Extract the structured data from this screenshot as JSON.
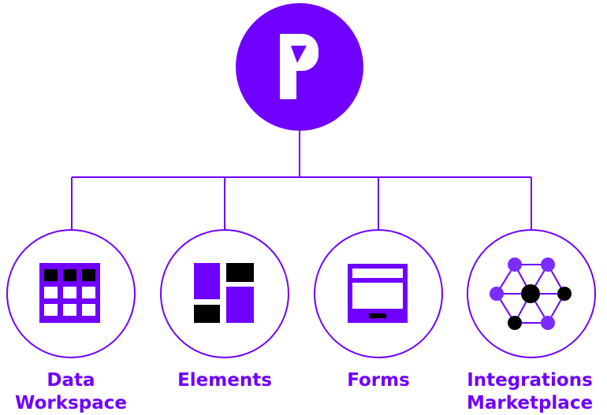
{
  "colors": {
    "brand": "#7000ff",
    "node_outline": "#7000ff",
    "icon_dark": "#000000",
    "background": "#ffffff"
  },
  "root": {
    "icon": "p-logo-icon"
  },
  "children": [
    {
      "icon": "table-grid-icon",
      "label_lines": [
        "Data",
        "Workspace"
      ]
    },
    {
      "icon": "layout-blocks-icon",
      "label_lines": [
        "Elements"
      ]
    },
    {
      "icon": "form-window-icon",
      "label_lines": [
        "Forms"
      ]
    },
    {
      "icon": "network-graph-icon",
      "label_lines": [
        "Integrations",
        "Marketplace"
      ]
    }
  ]
}
